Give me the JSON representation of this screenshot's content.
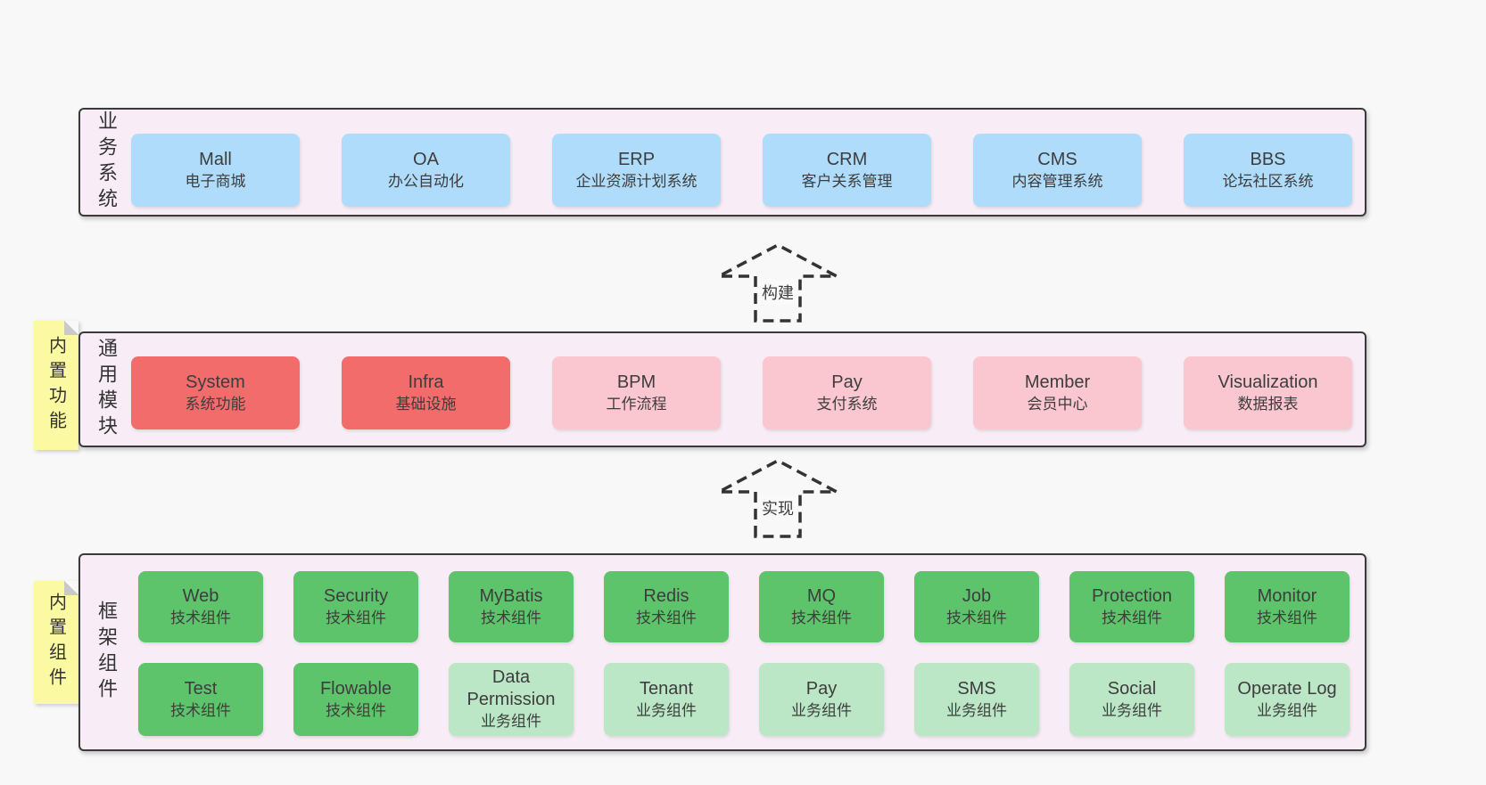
{
  "diagram": {
    "sections": {
      "business": {
        "label": "业务系统",
        "items": [
          {
            "name": "Mall",
            "desc": "电子商城",
            "variant": "blue"
          },
          {
            "name": "OA",
            "desc": "办公自动化",
            "variant": "blue"
          },
          {
            "name": "ERP",
            "desc": "企业资源计划系统",
            "variant": "blue"
          },
          {
            "name": "CRM",
            "desc": "客户关系管理",
            "variant": "blue"
          },
          {
            "name": "CMS",
            "desc": "内容管理系统",
            "variant": "blue"
          },
          {
            "name": "BBS",
            "desc": "论坛社区系统",
            "variant": "blue"
          }
        ]
      },
      "modules": {
        "label": "通用模块",
        "sticky": "内置功能",
        "items": [
          {
            "name": "System",
            "desc": "系统功能",
            "variant": "red"
          },
          {
            "name": "Infra",
            "desc": "基础设施",
            "variant": "red"
          },
          {
            "name": "BPM",
            "desc": "工作流程",
            "variant": "pink"
          },
          {
            "name": "Pay",
            "desc": "支付系统",
            "variant": "pink"
          },
          {
            "name": "Member",
            "desc": "会员中心",
            "variant": "pink"
          },
          {
            "name": "Visualization",
            "desc": "数据报表",
            "variant": "pink"
          }
        ]
      },
      "framework": {
        "label": "框架组件",
        "sticky": "内置组件",
        "rows": [
          [
            {
              "name": "Web",
              "desc": "技术组件",
              "variant": "green"
            },
            {
              "name": "Security",
              "desc": "技术组件",
              "variant": "green"
            },
            {
              "name": "MyBatis",
              "desc": "技术组件",
              "variant": "green"
            },
            {
              "name": "Redis",
              "desc": "技术组件",
              "variant": "green"
            },
            {
              "name": "MQ",
              "desc": "技术组件",
              "variant": "green"
            },
            {
              "name": "Job",
              "desc": "技术组件",
              "variant": "green"
            },
            {
              "name": "Protection",
              "desc": "技术组件",
              "variant": "green"
            },
            {
              "name": "Monitor",
              "desc": "技术组件",
              "variant": "green"
            }
          ],
          [
            {
              "name": "Test",
              "desc": "技术组件",
              "variant": "green"
            },
            {
              "name": "Flowable",
              "desc": "技术组件",
              "variant": "green"
            },
            {
              "name": "Data Permission",
              "desc": "业务组件",
              "variant": "green-light"
            },
            {
              "name": "Tenant",
              "desc": "业务组件",
              "variant": "green-light"
            },
            {
              "name": "Pay",
              "desc": "业务组件",
              "variant": "green-light"
            },
            {
              "name": "SMS",
              "desc": "业务组件",
              "variant": "green-light"
            },
            {
              "name": "Social",
              "desc": "业务组件",
              "variant": "green-light"
            },
            {
              "name": "Operate Log",
              "desc": "业务组件",
              "variant": "green-light"
            }
          ]
        ]
      }
    },
    "arrows": [
      {
        "label": "构建"
      },
      {
        "label": "实现"
      }
    ],
    "colors": {
      "page_bg": "#f8f8f8",
      "panel_bg": "#f8edf6",
      "panel_border": "#3a3a3a",
      "box_blue": "#aedcfa",
      "box_red": "#f26c6c",
      "box_pink": "#fac6d0",
      "box_green": "#5ec46b",
      "box_green_light": "#bce7c6",
      "sticky_yellow": "#fbf9a2",
      "sticky_fold": "#c9c9c9",
      "text": "#3d3d3d"
    }
  }
}
